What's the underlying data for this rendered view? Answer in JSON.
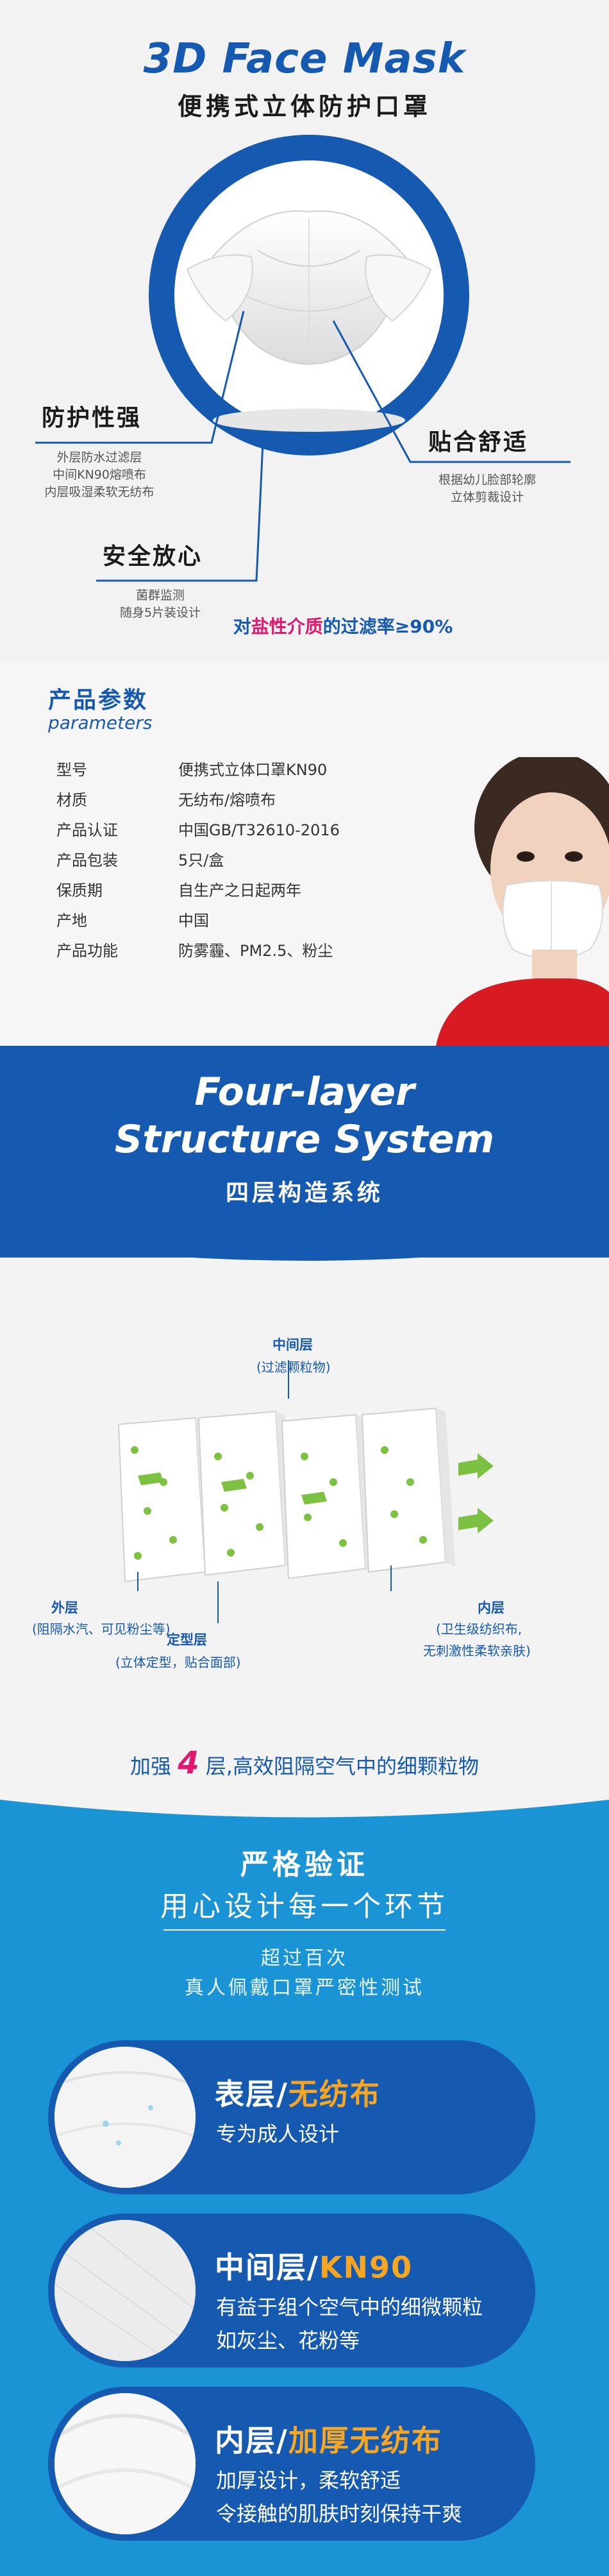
{
  "hero": {
    "title": "3D Face Mask",
    "subtitle": "便携式立体防护口罩",
    "callouts": [
      {
        "title": "防护性强",
        "lines": [
          "外层防水过滤层",
          "中间KN90熔喷布",
          "内层吸湿柔软无纺布"
        ]
      },
      {
        "title": "安全放心",
        "lines": [
          "菌群监测",
          "随身5片装设计"
        ]
      },
      {
        "title": "贴合舒适",
        "lines": [
          "根据幼儿脸部轮廓",
          "立体剪裁设计"
        ]
      }
    ],
    "filter_prefix": "对",
    "filter_highlight": "盐性介质",
    "filter_suffix": "的过滤率≥90%"
  },
  "params": {
    "title": "产品参数",
    "subtitle": "parameters",
    "rows": [
      {
        "k": "型号",
        "v": "便携式立体口罩KN90"
      },
      {
        "k": "材质",
        "v": "无纺布/熔喷布"
      },
      {
        "k": "产品认证",
        "v": "中国GB/T32610-2016"
      },
      {
        "k": "产品包装",
        "v": "5只/盒"
      },
      {
        "k": "保质期",
        "v": "自生产之日起两年"
      },
      {
        "k": "产地",
        "v": "中国"
      },
      {
        "k": "产品功能",
        "v": "防雾霾、PM2.5、粉尘"
      }
    ]
  },
  "layers": {
    "title_line1": "Four-layer",
    "title_line2": "Structure System",
    "subtitle": "四层构造系统",
    "labels": {
      "middle": {
        "name": "中间层",
        "note": "(过滤颗粒物)"
      },
      "outer": {
        "name": "外层",
        "note": "(阻隔水汽、可见粉尘等)"
      },
      "shaping": {
        "name": "定型层",
        "note": "(立体定型，贴合面部)"
      },
      "inner": {
        "name": "内层",
        "note1": "(卫生级纺织布,",
        "note2": "无刺激性柔软亲肤)"
      }
    },
    "foot_prefix": "加强",
    "foot_number": "4",
    "foot_suffix": "层,高效阻隔空气中的细颗粒物"
  },
  "verify": {
    "title": "严格验证",
    "subtitle": "用心设计每一个环节",
    "note1": "超过百次",
    "note2": "真人佩戴口罩严密性测试",
    "cards": [
      {
        "title_a": "表层/",
        "title_b": "无纺布",
        "desc1": "专为成人设计",
        "desc2": ""
      },
      {
        "title_a": "中间层/",
        "title_b": "KN90",
        "desc1": "有益于组个空气中的细微颗粒",
        "desc2": "如灰尘、花粉等"
      },
      {
        "title_a": "内层/",
        "title_b": "加厚无纺布",
        "desc1": "加厚设计，柔软舒适",
        "desc2": "令接触的肌肤时刻保持干爽"
      }
    ]
  },
  "colors": {
    "brand_blue": "#1559b0",
    "light_blue": "#1b94d6",
    "highlight_pink": "#e0196f",
    "accent_orange": "#f6a623"
  }
}
